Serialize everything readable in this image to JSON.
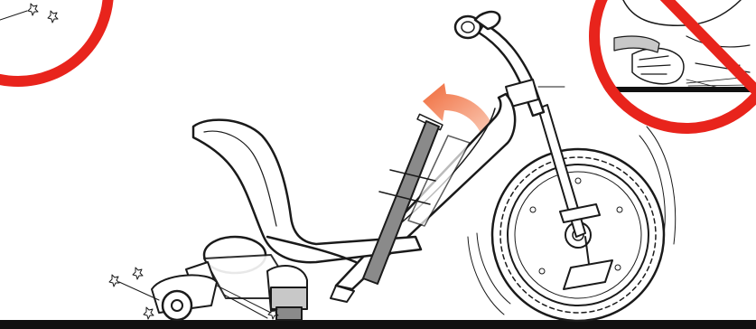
{
  "colors": {
    "background": "#ffffff",
    "ink": "#1a1a1a",
    "ground": "#111111",
    "prohibition_red": "#e8241c",
    "arrow_orange": "#f08a5a",
    "handle_grey": "#8a8a8a",
    "light_grey": "#c8c8c8"
  },
  "scene": {
    "subject": "trike-rear-lever-illustration",
    "callout_left": {
      "type": "circular-detail-crop",
      "state": "allowed"
    },
    "callout_right": {
      "type": "circular-detail-crop",
      "state": "prohibited"
    }
  },
  "icons": [
    "sparkle-icon",
    "rotation-arrow-icon",
    "prohibition-sign-icon"
  ]
}
